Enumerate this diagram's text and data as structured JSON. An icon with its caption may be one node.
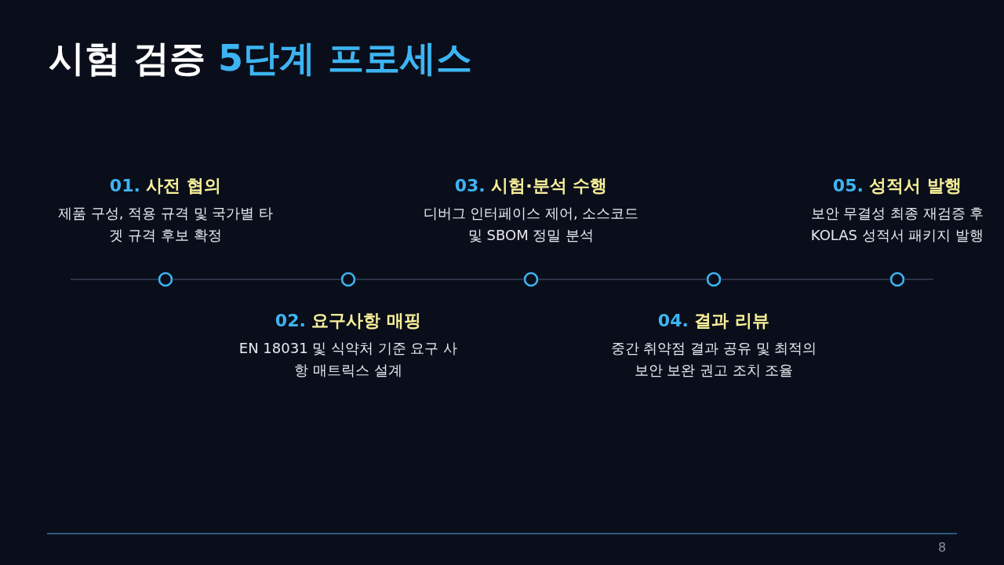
{
  "diagram": {
    "title": "시험 검증 **5단계 프로세스**",
    "nodes": [
      {
        "text": [
          "*01.* 사전 협의",
          "제품 구성, 적용 규격 및 국가별 타겟 규격 후보 확정"
        ]
      },
      {
        "text": [
          "*02.* 요구사항 매핑",
          "EN 18031 및 식약처 기준 요구 사항 매트릭스 설계"
        ]
      },
      {
        "text": [
          "*03.* 시험·분석 수행",
          "디버그 인터페이스 제어, 소스코드 및 SBOM 정밀 분석"
        ]
      },
      {
        "text": [
          "*04.* 결과 리뷰",
          "중간 취약점 결과 공유 및 최적의 보안 보완 권고 조치 조율"
        ]
      },
      {
        "text": [
          "*05.* 성적서 발행",
          "보안 무결성 최종 재검증 후 KOLAS 성적서 패키지 발행"
        ]
      },
      {
        "text": [],
        "shape": "circle"
      },
      {
        "text": [],
        "shape": "circle"
      },
      {
        "text": [],
        "shape": "circle"
      },
      {
        "text": [],
        "shape": "circle"
      },
      {
        "text": [],
        "shape": "circle"
      }
    ],
    "edges": [
      {
        "from": 5,
        "to": 6,
        "arrow": "none"
      },
      {
        "from": 6,
        "to": 7,
        "arrow": "none"
      },
      {
        "from": 7,
        "to": 8,
        "arrow": "none"
      },
      {
        "from": 8,
        "to": 9,
        "arrow": "none"
      }
    ],
    "labels": [
      "8"
    ]
  }
}
